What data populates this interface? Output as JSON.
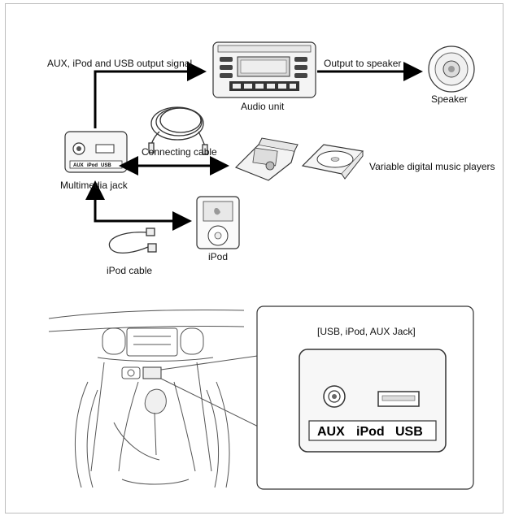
{
  "labels": {
    "signal": "AUX, iPod and USB output signal",
    "output_to_speaker": "Output to speaker",
    "audio_unit": "Audio unit",
    "speaker": "Speaker",
    "connecting_cable": "Connecting cable",
    "variable_players": "Variable digital music players",
    "multimedia_jack": "Multimedia jack",
    "ipod": "iPod",
    "ipod_cable": "iPod cable",
    "callout_title": "[USB, iPod, AUX Jack]"
  },
  "jack_panel": {
    "aux": "AUX",
    "ipod": "iPod",
    "usb": "USB"
  },
  "small_jack": {
    "aux": "AUX",
    "ipod": "iPod",
    "usb": "USB"
  }
}
